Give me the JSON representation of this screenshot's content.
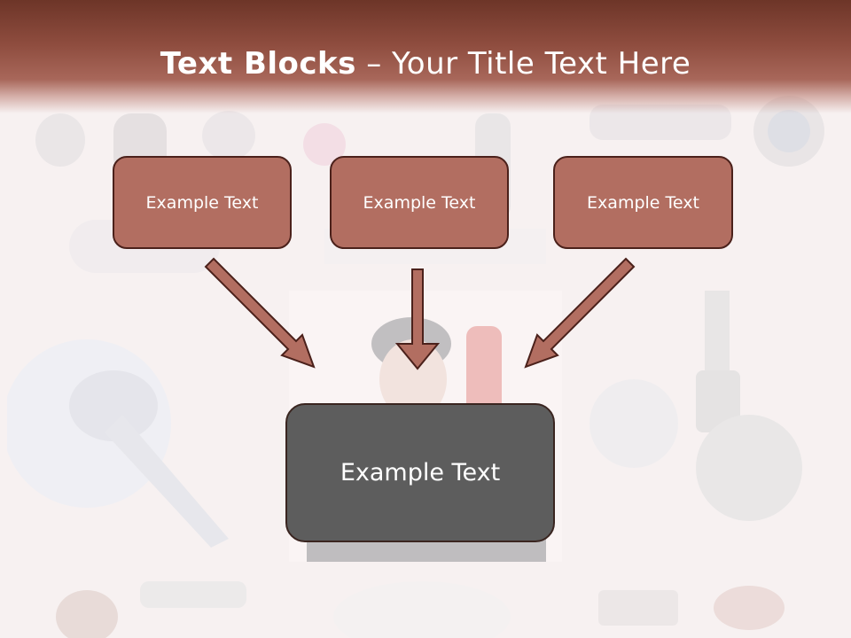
{
  "slide": {
    "title_bold": "Text Blocks",
    "title_separator": " – ",
    "title_rest": "Your Title Text Here",
    "box_left": "Example Text",
    "box_center": "Example Text",
    "box_right": "Example Text",
    "box_main": "Example Text"
  },
  "colors": {
    "banner": "#8f4d3f",
    "box_fill": "#b26e61",
    "box_border": "#4b211b",
    "main_fill": "#5d5d5d",
    "arrow": "#b26e61"
  }
}
